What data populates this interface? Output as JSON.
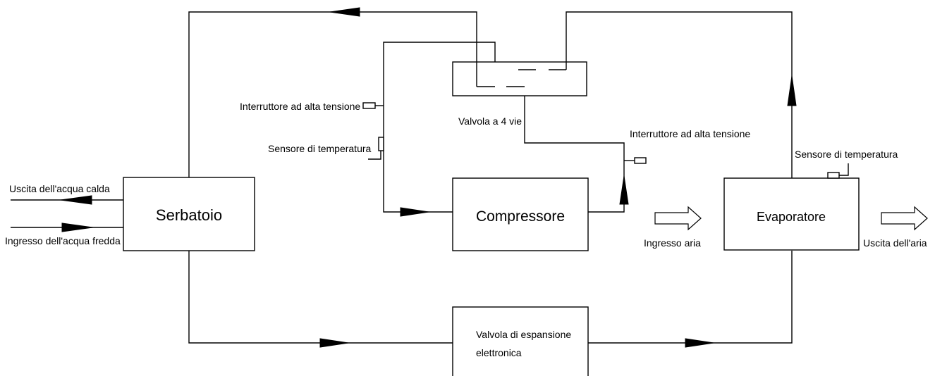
{
  "boxes": {
    "tank": "Serbatoio",
    "compressor": "Compressore",
    "evaporator": "Evaporatore",
    "four_way_valve": "Valvola a 4 vie",
    "expansion_valve_line1": "Valvola di espansione",
    "expansion_valve_line2": "elettronica"
  },
  "labels": {
    "hot_water_out": "Uscita dell'acqua calda",
    "cold_water_in": "Ingresso dell'acqua fredda",
    "high_voltage_switch_left": "Interruttore ad alta tensione",
    "temp_sensor_left": "Sensore di temperatura",
    "high_voltage_switch_right": "Interruttore ad alta tensione",
    "temp_sensor_right": "Sensore di temperatura",
    "air_in": "Ingresso aria",
    "air_out": "Uscita dell'aria"
  }
}
